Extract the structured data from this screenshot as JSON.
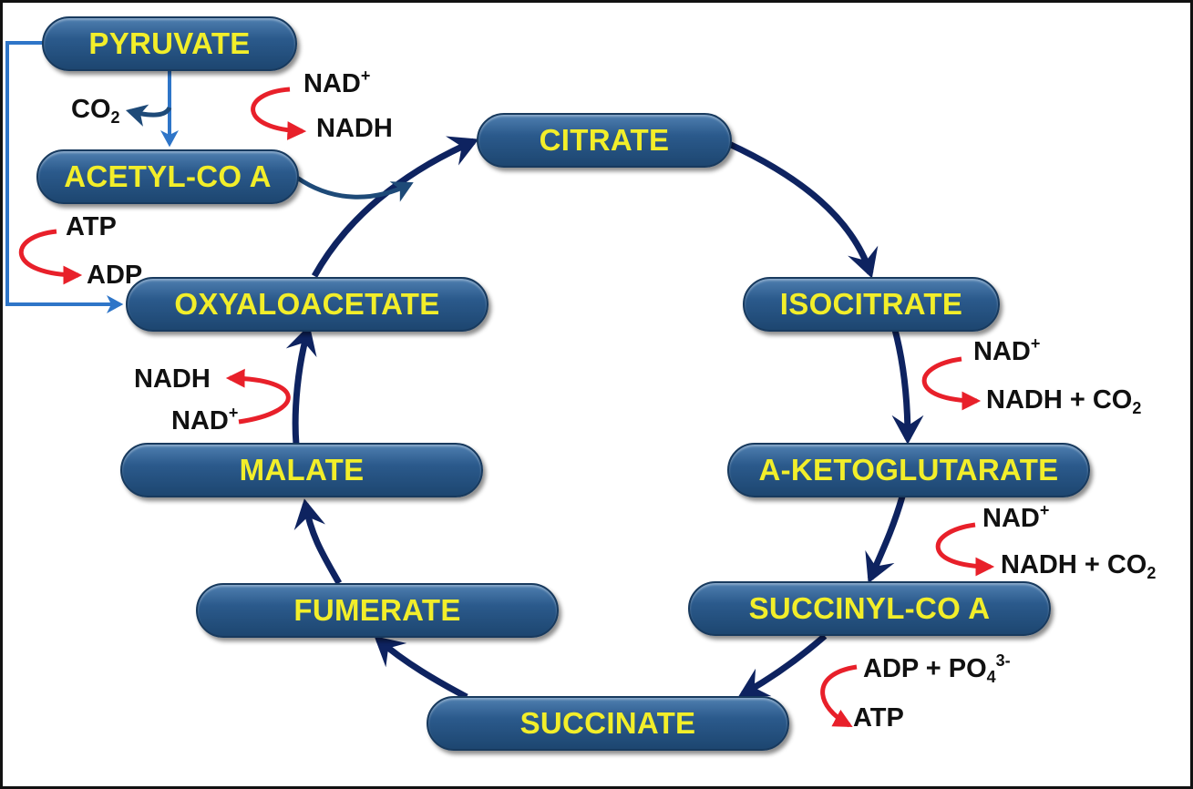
{
  "colors": {
    "node_fill": "#2b5a8c",
    "node_text": "#f2ee2a",
    "cycle_arrow": "#0e2360",
    "feed_arrow": "#2e75c8",
    "cofactor_arrow": "#e8202a"
  },
  "nodes": {
    "pyruvate": "PYRUVATE",
    "acetyl_coa": "ACETYL-CO A",
    "citrate": "CITRATE",
    "isocitrate": "ISOCITRATE",
    "a_ketoglutarate": "A-KETOGLUTARATE",
    "succinyl_coa": "SUCCINYL-CO A",
    "succinate": "SUCCINATE",
    "fumerate": "FUMERATE",
    "malate": "MALATE",
    "oxaloacetate": "OXYALOACETATE"
  },
  "cofactors": {
    "pyruvate_step": {
      "co2": "CO",
      "co2_sub": "2",
      "nad": "NAD",
      "nad_sup": "+",
      "nadh": "NADH"
    },
    "oxaloacetate_step": {
      "atp": "ATP",
      "adp": "ADP"
    },
    "isocitrate_step": {
      "nad": "NAD",
      "nad_sup": "+",
      "product": "NADH + CO",
      "product_sub": "2"
    },
    "ketoglutarate_step": {
      "nad": "NAD",
      "nad_sup": "+",
      "product": "NADH + CO",
      "product_sub": "2"
    },
    "succinyl_step": {
      "adp": "ADP + PO",
      "adp_sub": "4",
      "adp_sup": "3-",
      "atp": "ATP"
    },
    "malate_step": {
      "nadh": "NADH",
      "nad": "NAD",
      "nad_sup": "+"
    }
  }
}
